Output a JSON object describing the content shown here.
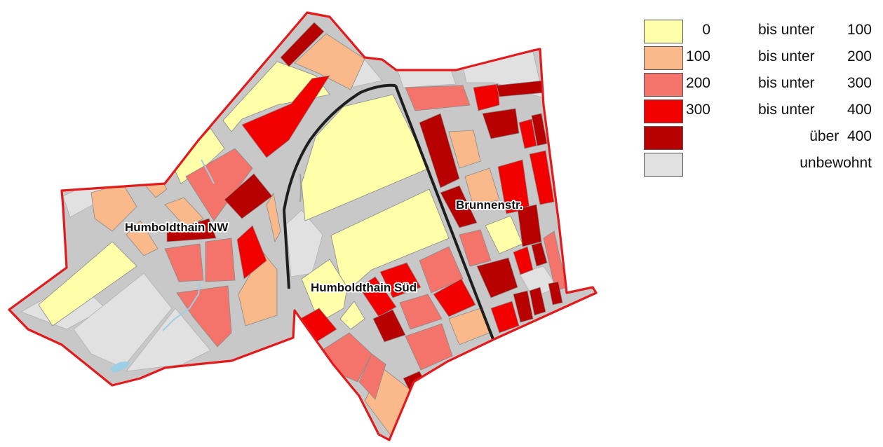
{
  "map": {
    "labels": {
      "humboldthain_nw": "Humboldthain NW",
      "humboldthain_sued": "Humboldthain Süd",
      "brunnenstr": "Brunnenstr."
    },
    "colors": {
      "c0": "#FFFFAA",
      "c1": "#F9B98A",
      "c2": "#F4736A",
      "c3": "#F20000",
      "c4": "#B70000",
      "unbewohnt": "#E1E1E1",
      "streets": "#C8C8C8",
      "outline": "#E31A1C",
      "division_line": "#1E1E1E",
      "water": "#9CCFE4"
    }
  },
  "legend": {
    "items": [
      {
        "lo": "0",
        "mid": "bis unter",
        "hi": "100",
        "color": "#FFFFAA"
      },
      {
        "lo": "100",
        "mid": "bis unter",
        "hi": "200",
        "color": "#F9B98A"
      },
      {
        "lo": "200",
        "mid": "bis unter",
        "hi": "300",
        "color": "#F4736A"
      },
      {
        "lo": "300",
        "mid": "bis unter",
        "hi": "400",
        "color": "#F20000"
      },
      {
        "lo": "",
        "mid": "",
        "hi": "über  400",
        "color": "#B70000"
      },
      {
        "lo": "",
        "mid": "",
        "hi": "unbewohnt",
        "color": "#E1E1E1"
      }
    ]
  }
}
